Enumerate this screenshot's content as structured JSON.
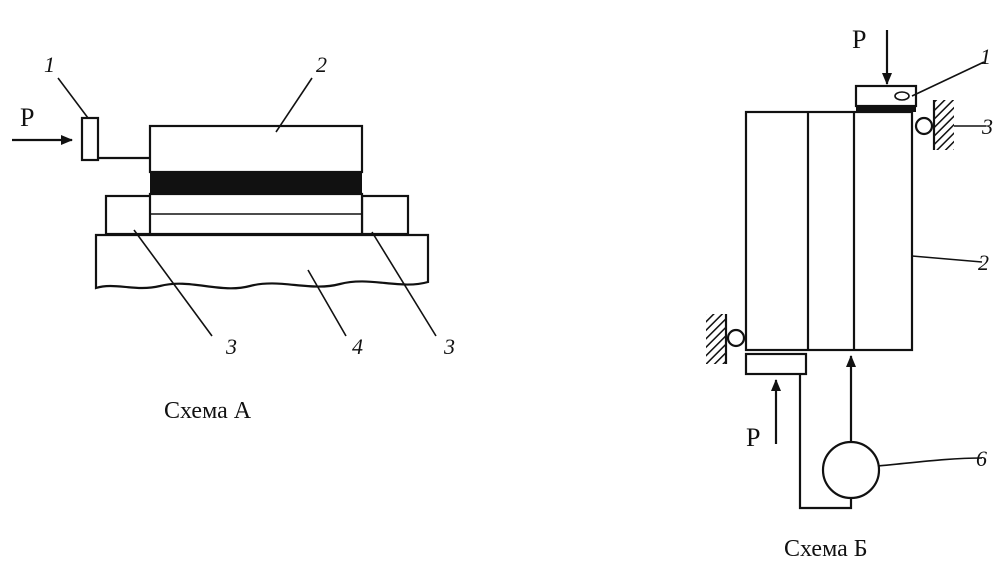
{
  "scheme_a": {
    "caption": "Схема А",
    "force_label": "P",
    "labels": {
      "item1": "1",
      "item2": "2",
      "item3_left": "3",
      "item4": "4",
      "item3_right": "3"
    }
  },
  "scheme_b": {
    "caption": "Схема Б",
    "force_top_label": "P",
    "force_bottom_label": "P",
    "labels": {
      "item1": "1",
      "item2": "2",
      "item3": "3",
      "item6": "6"
    }
  },
  "colors": {
    "ink": "#111111",
    "background": "#ffffff"
  }
}
